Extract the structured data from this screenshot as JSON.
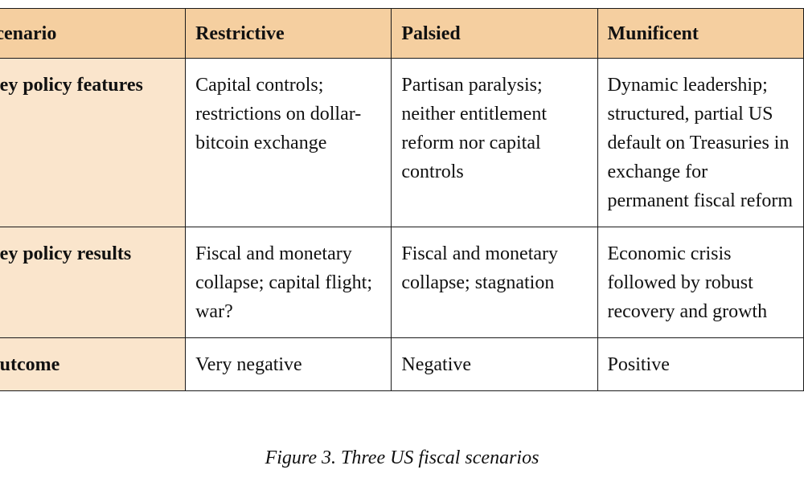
{
  "table": {
    "headers": [
      "Scenario",
      "Restrictive",
      "Palsied",
      "Munificent"
    ],
    "rows": [
      {
        "label": "Key policy features",
        "cells": [
          "Capital controls; restrictions on dollar-bitcoin exchange",
          "Partisan paralysis; neither entitlement reform nor capital controls",
          "Dynamic leadership; structured, partial US default on Treasuries in exchange for permanent fiscal reform"
        ]
      },
      {
        "label": "Key policy results",
        "cells": [
          "Fiscal and monetary collapse; capital flight; war?",
          "Fiscal and monetary collapse; stagnation",
          "Economic crisis followed by robust recovery and growth"
        ]
      },
      {
        "label": "Outcome",
        "cells": [
          "Very negative",
          "Negative",
          "Positive"
        ]
      }
    ]
  },
  "caption": "Figure 3. Three US fiscal scenarios",
  "colors": {
    "header_bg": "#f5cfa0",
    "row_label_bg": "#fae5cc",
    "border": "#1a1a1a"
  }
}
